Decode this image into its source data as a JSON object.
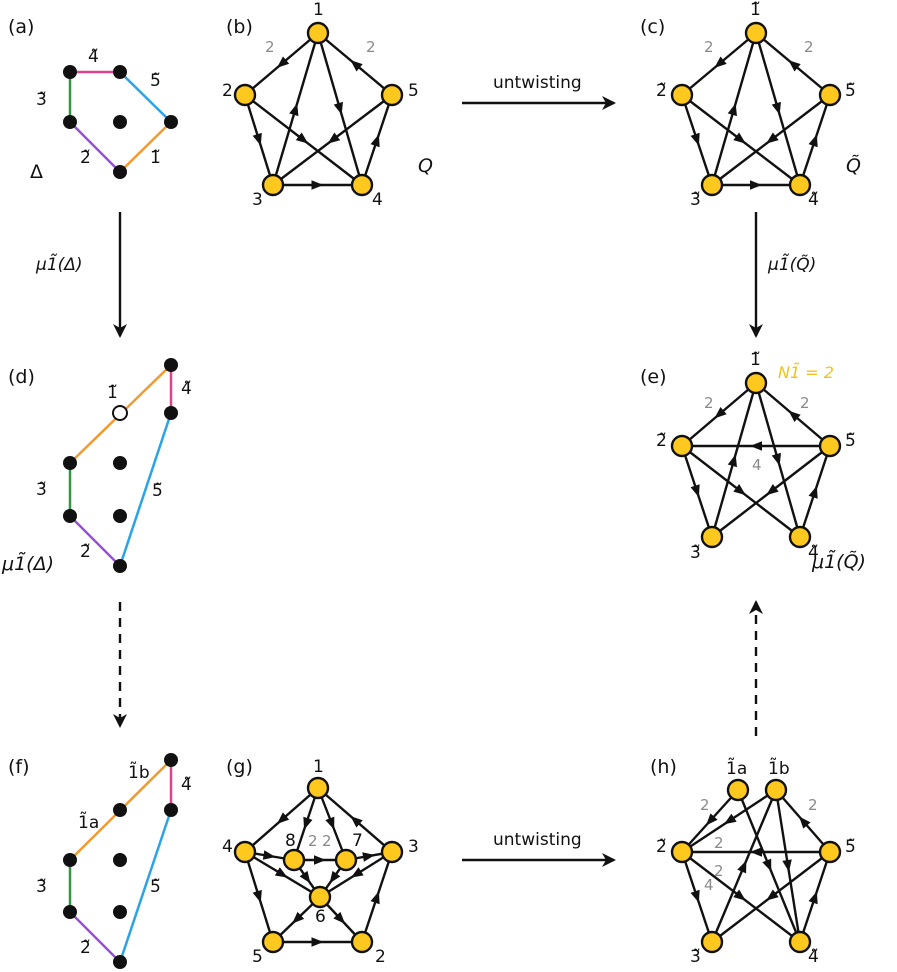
{
  "panels": {
    "a": "(a)",
    "b": "(b)",
    "c": "(c)",
    "d": "(d)",
    "e": "(e)",
    "f": "(f)",
    "g": "(g)",
    "h": "(h)"
  },
  "arrows": {
    "top_untwist": "untwisting",
    "bottom_untwist": "untwisting",
    "mu_delta": "μ1̃(Δ)",
    "mu_q": "μ1̃(Q̃)"
  },
  "polygon_a": {
    "name": "Δ",
    "edges": [
      "4̃",
      "5̃",
      "3̃",
      "2̃",
      "1̃"
    ]
  },
  "polygon_d": {
    "name": "μ1̃(Δ)",
    "labels": [
      "1̃",
      "4̃",
      "3̃",
      "5̃",
      "2̃"
    ]
  },
  "polygon_f": {
    "labels": [
      "1̃b",
      "4̃",
      "1̃a",
      "3̃",
      "5̃",
      "2̃"
    ]
  },
  "quiver_b": {
    "name": "Q",
    "nodes": [
      "1",
      "2",
      "3",
      "4",
      "5"
    ],
    "multiplicities": [
      "2",
      "2"
    ]
  },
  "quiver_c": {
    "name": "Q̃",
    "nodes": [
      "1̃",
      "2̃",
      "3̃",
      "4̃",
      "5̃"
    ],
    "multiplicities": [
      "2",
      "2"
    ]
  },
  "quiver_e": {
    "name": "μ1̃(Q̃)",
    "note": "N1̃ = 2",
    "nodes": [
      "1̃",
      "2̃",
      "3̃",
      "4̃",
      "5̃"
    ],
    "multiplicities": [
      "2",
      "2",
      "4"
    ]
  },
  "quiver_g": {
    "nodes": [
      "1",
      "2",
      "3",
      "4",
      "5",
      "6",
      "7",
      "8"
    ],
    "multiplicities": [
      "2",
      "2"
    ]
  },
  "quiver_h": {
    "nodes": [
      "1̃a",
      "1̃b",
      "2̃",
      "3̃",
      "4̃",
      "5̃"
    ],
    "multiplicities": [
      "2",
      "2",
      "2",
      "4",
      "2"
    ]
  },
  "colors": {
    "node_fill": "#ffc81e",
    "pink": "#e0418a",
    "blue": "#2ba3e8",
    "green": "#2f9a3c",
    "purple": "#9a4fd6",
    "orange": "#f29a2e",
    "gray_label": "#8a8a8a",
    "yellow_label": "#f2c21a"
  }
}
